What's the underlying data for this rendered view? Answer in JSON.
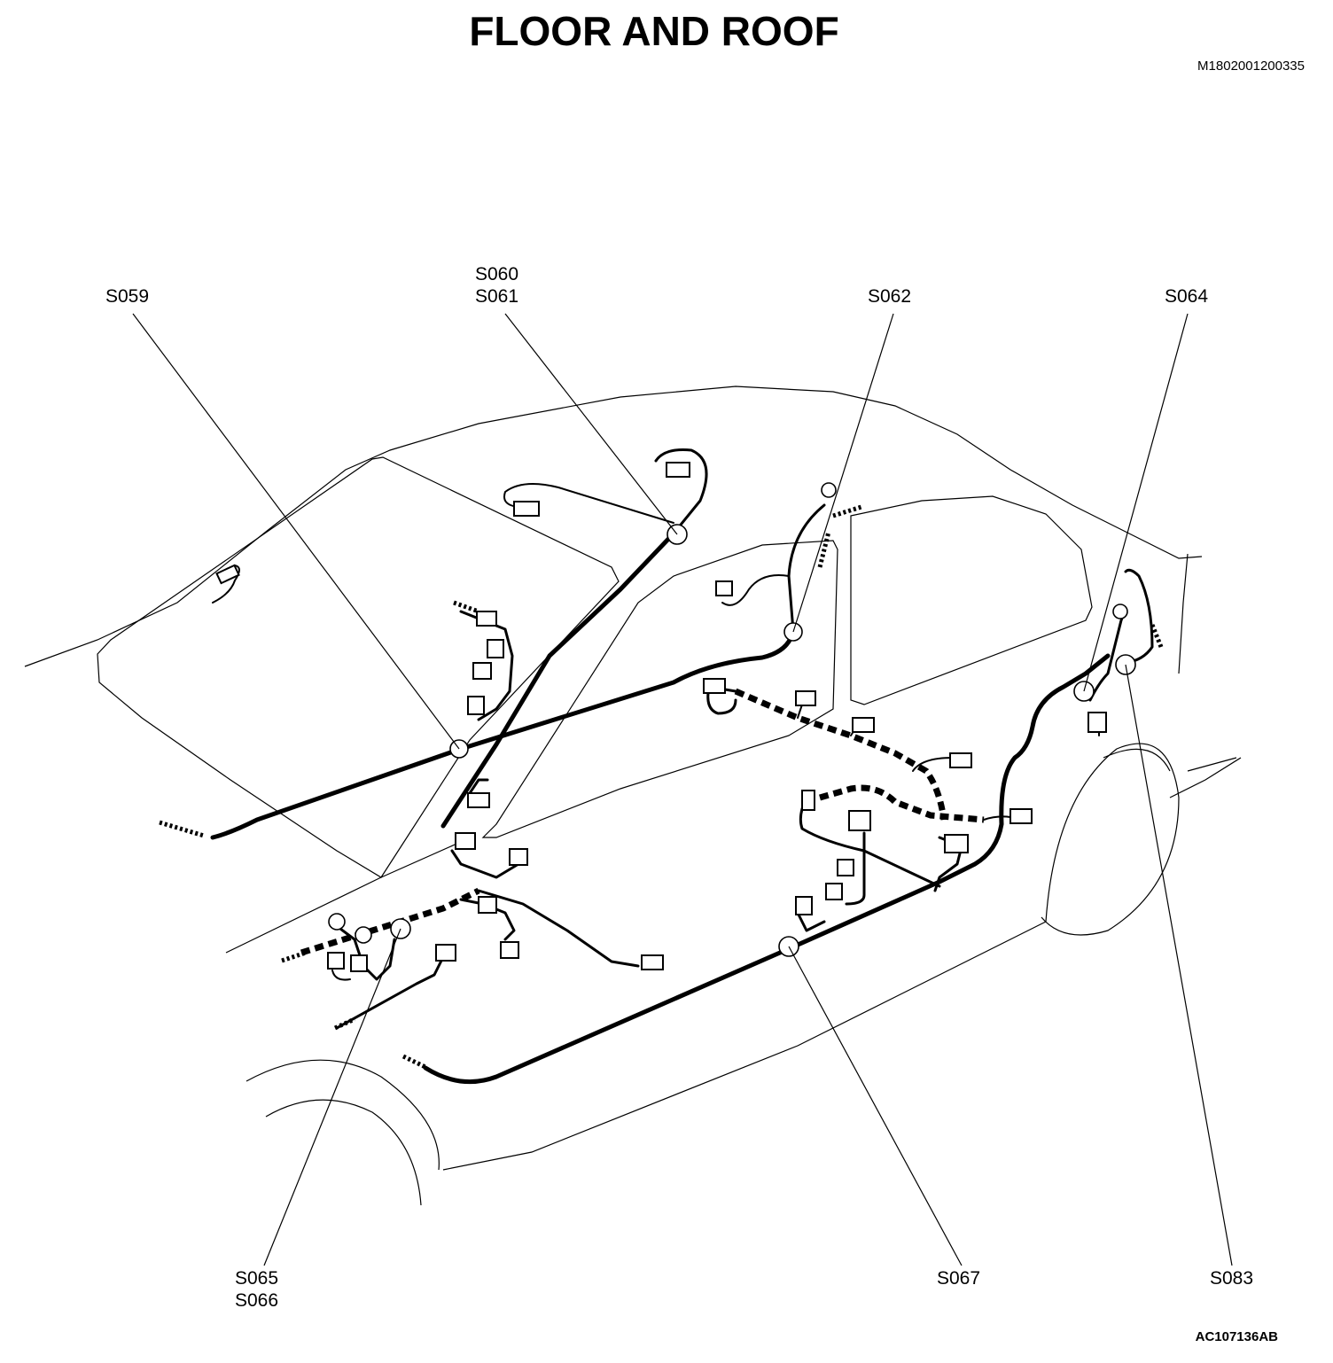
{
  "header": {
    "title": "FLOOR AND ROOF",
    "doc_id": "M1802001200335"
  },
  "footer": {
    "figure_id": "AC107136AB"
  },
  "splices": {
    "s059": "S059",
    "s060": "S060",
    "s061": "S061",
    "s062": "S062",
    "s064": "S064",
    "s065": "S065",
    "s066": "S066",
    "s067": "S067",
    "s083": "S083"
  }
}
